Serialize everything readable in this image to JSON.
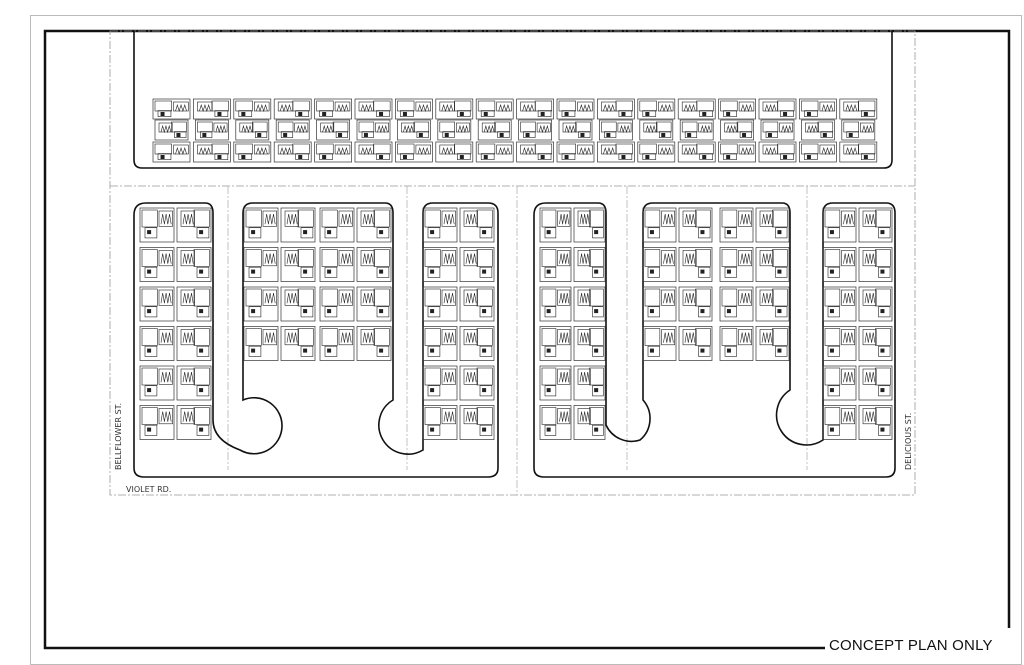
{
  "title_note": "CONCEPT PLAN ONLY",
  "streets": {
    "west": "BELLFLOWER ST.",
    "south": "VIOLET RD.",
    "east": "DELICIOUS ST."
  },
  "plan": {
    "top_row_units": 18,
    "block_columns_units": [
      6,
      4,
      4,
      6,
      6,
      4,
      4,
      6
    ]
  }
}
